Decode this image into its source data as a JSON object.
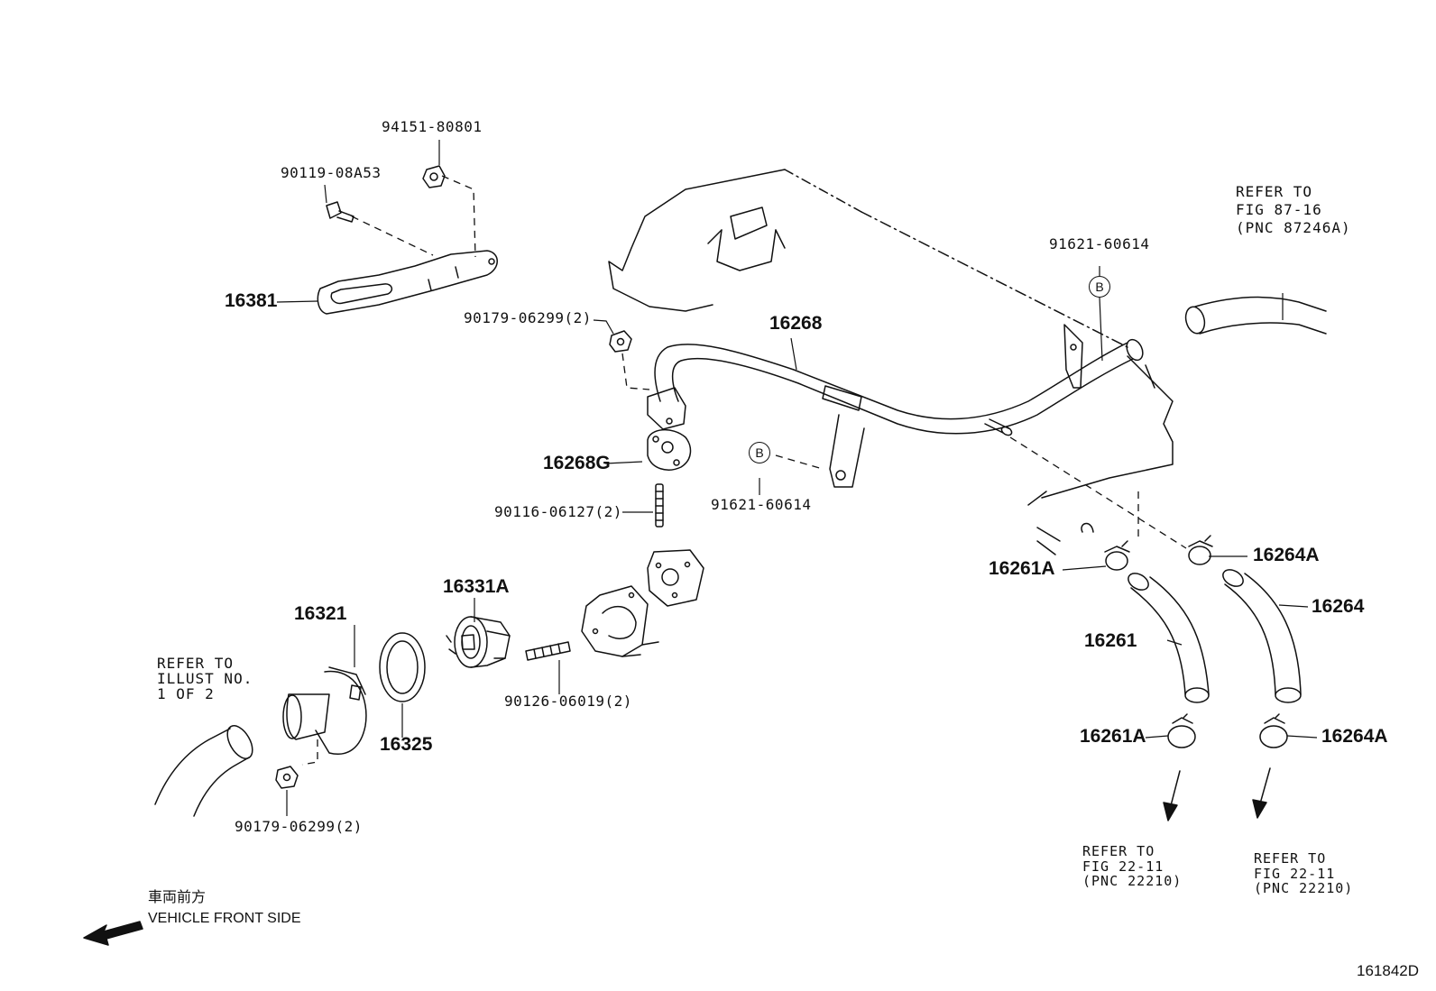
{
  "labels": {
    "p94151": "94151-80801",
    "p90119": "90119-08A53",
    "p16381": "16381",
    "p90179_top": "90179-06299(2)",
    "p16268": "16268",
    "p16268G": "16268G",
    "p90116": "90116-06127(2)",
    "p91621_left": "91621-60614",
    "p91621_right": "91621-60614",
    "p16331A": "16331A",
    "p16321": "16321",
    "p16325": "16325",
    "p90126": "90126-06019(2)",
    "p90179_bottom": "90179-06299(2)",
    "p16261A_top": "16261A",
    "p16264A_top": "16264A",
    "p16261": "16261",
    "p16264": "16264",
    "p16261A_bottom": "16261A",
    "p16264A_bottom": "16264A",
    "marker_b": "B"
  },
  "refers": {
    "top_right": [
      "REFER TO",
      "FIG 87-16",
      "(PNC 87246A)"
    ],
    "illust": [
      "REFER TO",
      "ILLUST NO.",
      "1 OF 2"
    ],
    "fig22_left": [
      "REFER TO",
      "FIG 22-11",
      "(PNC 22210)"
    ],
    "fig22_right": [
      "REFER TO",
      "FIG 22-11",
      "(PNC 22210)"
    ]
  },
  "orientation": {
    "japanese": "車両前方",
    "english": "VEHICLE FRONT SIDE"
  },
  "figure_number": "161842D"
}
